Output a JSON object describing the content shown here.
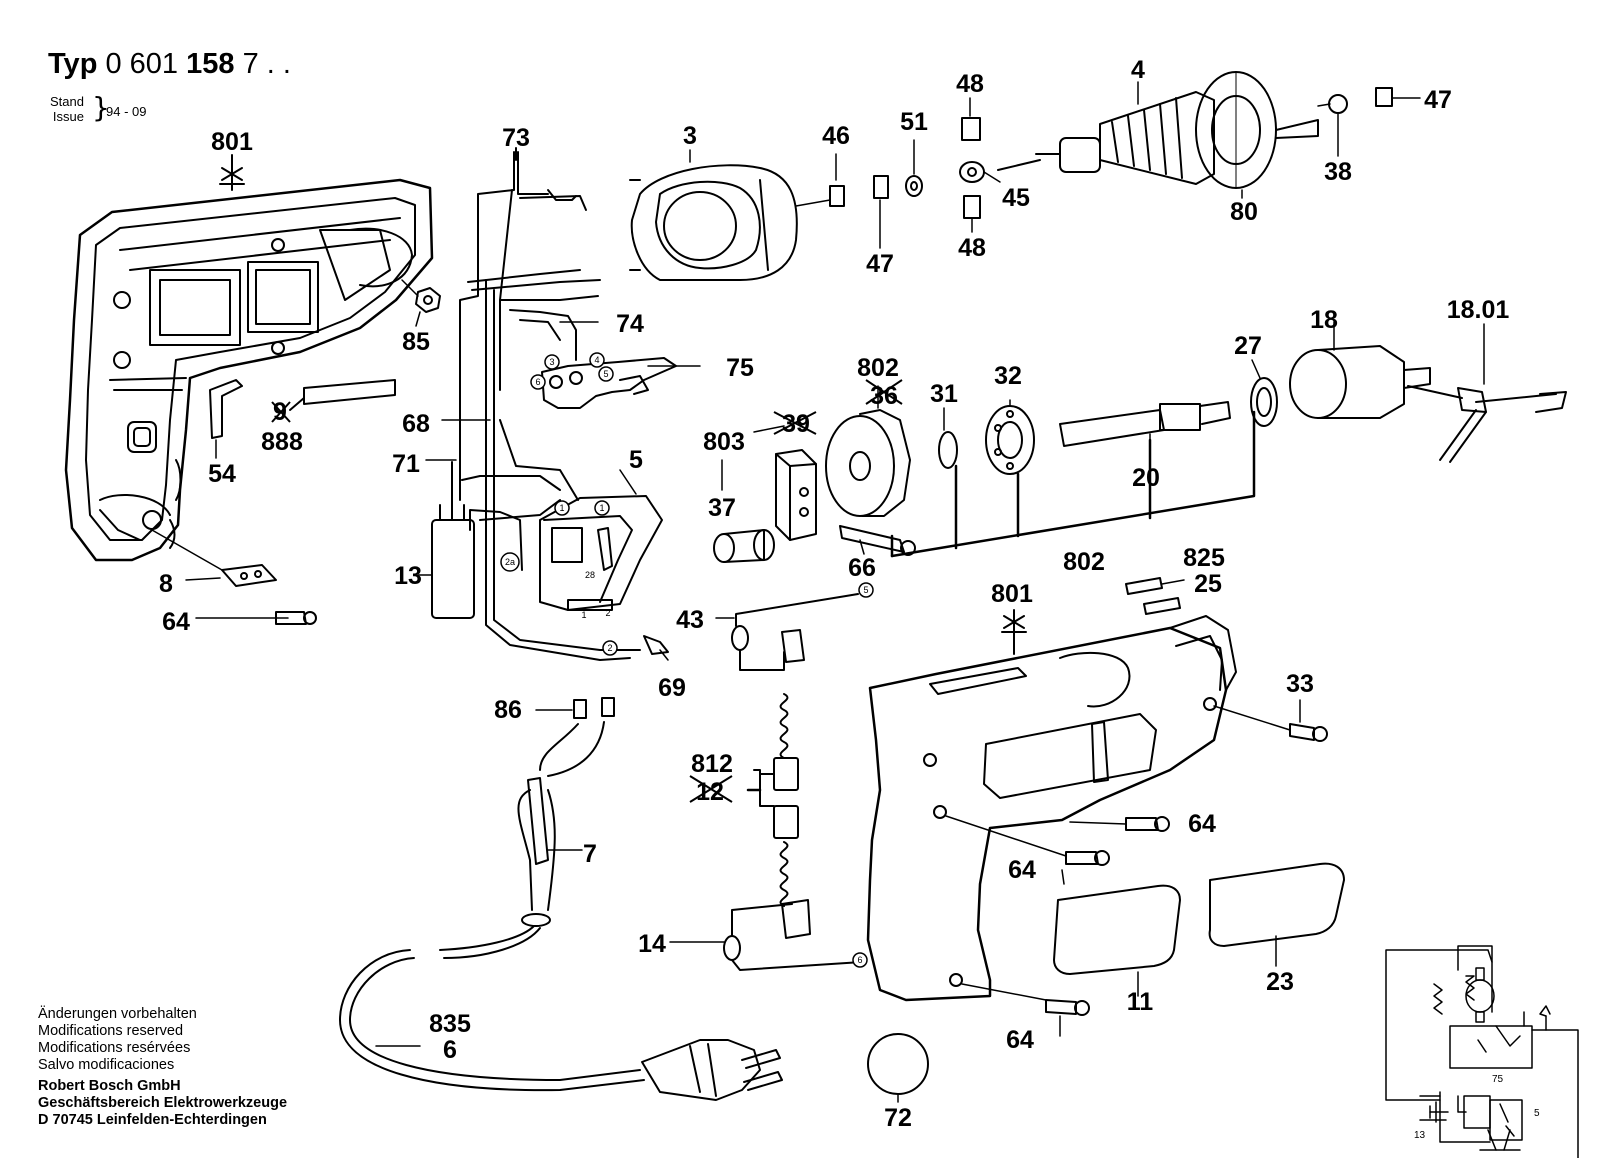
{
  "header": {
    "typ_prefix": "Typ",
    "typ_part1": "0 601",
    "typ_part2": "158",
    "typ_part3": "7 . .",
    "stand_label": "Stand",
    "issue_label": "Issue",
    "date": "94 - 09"
  },
  "parts": {
    "p801a": "801",
    "p801b": "801",
    "p73": "73",
    "p3": "3",
    "p46": "46",
    "p51": "51",
    "p48a": "48",
    "p48b": "48",
    "p4": "4",
    "p47a": "47",
    "p47b": "47",
    "p45": "45",
    "p80": "80",
    "p38": "38",
    "p85": "85",
    "p74": "74",
    "p75": "75",
    "p68": "68",
    "p71": "71",
    "p9": "9",
    "p888": "888",
    "p54": "54",
    "p5": "5",
    "p13": "13",
    "p8": "8",
    "p64a": "64",
    "p64b": "64",
    "p64c": "64",
    "p64d": "64",
    "p802a": "802",
    "p36": "36",
    "p31": "31",
    "p32": "32",
    "p27": "27",
    "p18": "18",
    "p1801": "18.01",
    "p803": "803",
    "p39": "39",
    "p37": "37",
    "p20": "20",
    "p66": "66",
    "p802b": "802",
    "p825": "825",
    "p25": "25",
    "p43": "43",
    "p69": "69",
    "p33": "33",
    "p86": "86",
    "p812": "812",
    "p12": "12",
    "p7": "7",
    "p14": "14",
    "p11": "11",
    "p23": "23",
    "p835": "835",
    "p6": "6",
    "p72": "72"
  },
  "wire_markers": {
    "m1a": "1",
    "m1b": "1",
    "m2": "2",
    "m2a": "2a",
    "m3": "3",
    "m4": "4",
    "m5a": "5",
    "m5b": "5",
    "m6a": "6",
    "m6b": "6",
    "sw28": "28",
    "sw1": "1",
    "sw2": "2"
  },
  "schematic": {
    "label_75": "75",
    "label_5": "5",
    "label_13": "13"
  },
  "footer": {
    "line1": "Änderungen vorbehalten",
    "line2": "Modifications reserved",
    "line3": "Modifications resérvées",
    "line4": "Salvo modificaciones",
    "company": "Robert Bosch GmbH",
    "division": "Geschäftsbereich Elektrowerkzeuge",
    "address": "D 70745 Leinfelden-Echterdingen"
  }
}
